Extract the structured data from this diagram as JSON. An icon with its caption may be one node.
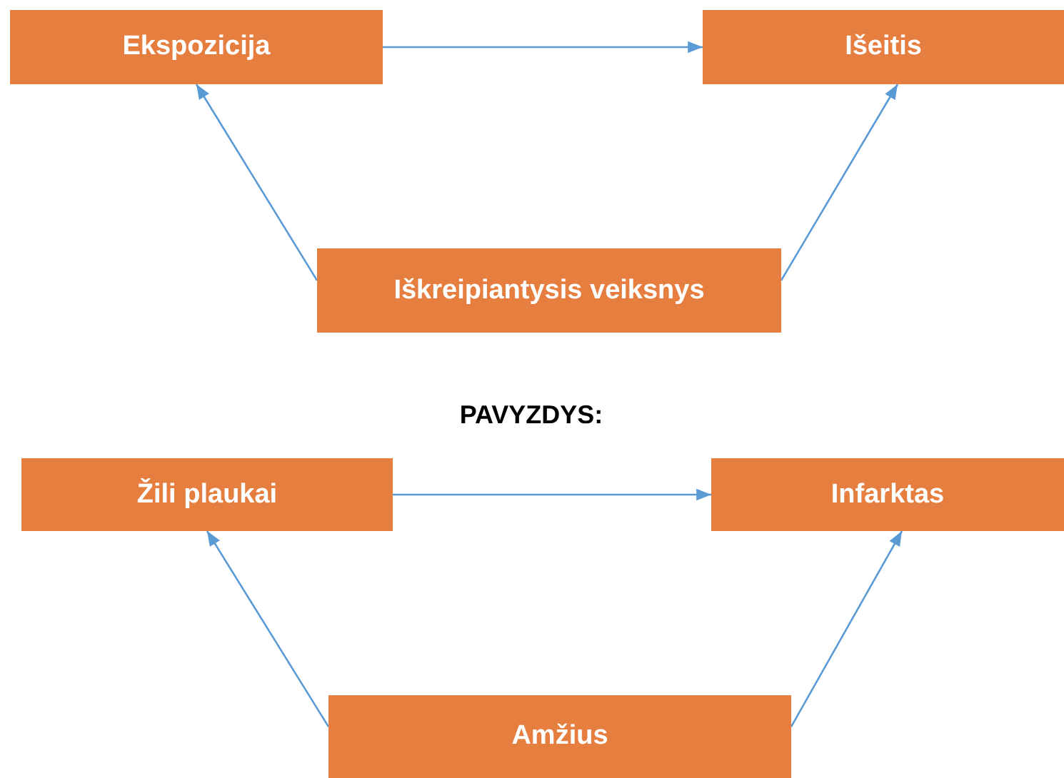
{
  "diagram": {
    "nodes": [
      {
        "text": [
          "Ekspozicija"
        ]
      },
      {
        "text": [
          "Išeitis"
        ]
      },
      {
        "text": [
          "Iškreipiantysis veiksnys"
        ]
      },
      {
        "text": [
          "Žili plaukai"
        ]
      },
      {
        "text": [
          "Infarktas"
        ]
      },
      {
        "text": [
          "Amžius"
        ]
      }
    ],
    "edges": [
      {
        "from": 0,
        "to": 1,
        "arrow": "to"
      },
      {
        "from": 2,
        "to": 0,
        "arrow": "to"
      },
      {
        "from": 2,
        "to": 1,
        "arrow": "to"
      },
      {
        "from": 3,
        "to": 4,
        "arrow": "to"
      },
      {
        "from": 5,
        "to": 3,
        "arrow": "to"
      },
      {
        "from": 5,
        "to": 4,
        "arrow": "to"
      }
    ],
    "labels": [
      "PAVYZDYS:"
    ]
  }
}
